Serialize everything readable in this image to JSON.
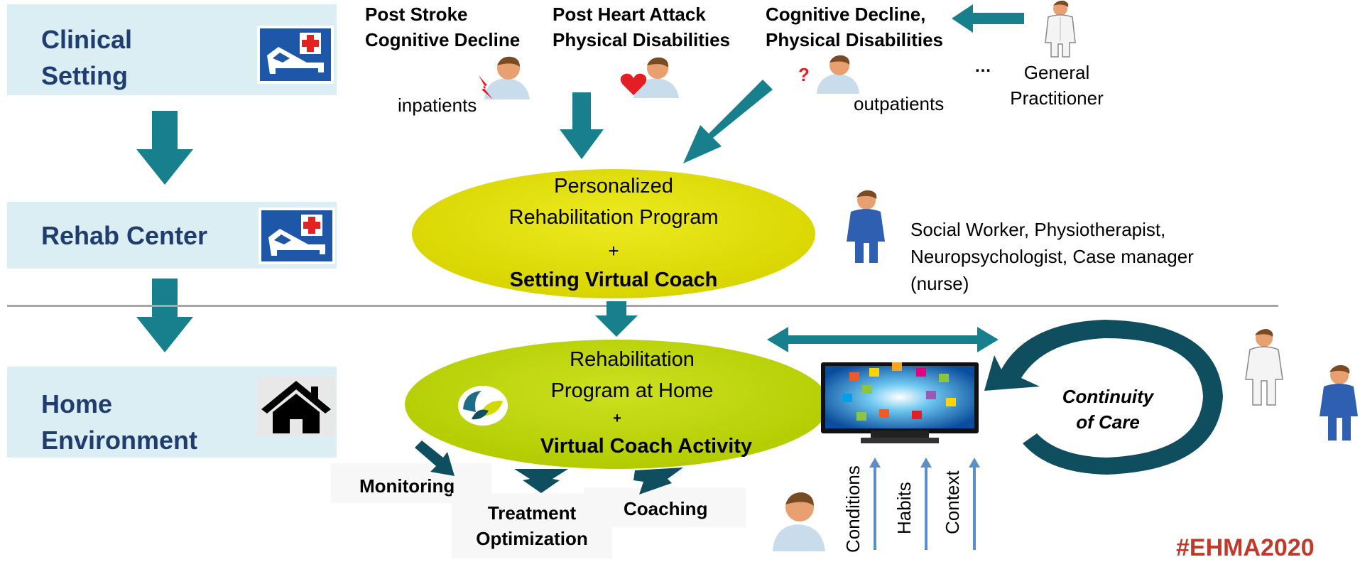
{
  "stages": [
    {
      "label": "Clinical\nSetting"
    },
    {
      "label": "Rehab Center"
    },
    {
      "label": "Home\nEnvironment"
    }
  ],
  "patients": {
    "stroke_title": "Post Stroke\nCognitive Decline",
    "heart_title": "Post Heart Attack\nPhysical Disabilities",
    "cognitive_title": "Cognitive Decline,\nPhysical Disabilities",
    "inpatients": "inpatients",
    "outpatients": "outpatients",
    "question_mark": "?",
    "ellipsis": "…",
    "gp_label": "General\nPractitioner"
  },
  "program": {
    "line1": "Personalized\nRehabilitation Program",
    "plus": "+",
    "line2": "Setting Virtual Coach"
  },
  "team": {
    "label": "Social Worker, Physiotherapist,\nNeuropsychologist, Case manager\n(nurse)"
  },
  "home_program": {
    "line1": "Rehabilitation\nProgram at Home",
    "plus": "+",
    "line2": "Virtual Coach Activity"
  },
  "outputs": {
    "monitoring": "Monitoring",
    "treatment": "Treatment\nOptimization",
    "coaching": "Coaching"
  },
  "inputs": {
    "conditions": "Conditions",
    "habits": "Habits",
    "context": "Context"
  },
  "continuity": {
    "label": "Continuity\nof Care"
  },
  "hashtag": "#EHMA2020",
  "colors": {
    "stage_bg": "#dbeef3",
    "stage_text": "#1f3d6e",
    "teal_arrow": "#17808c",
    "dark_teal": "#0e4e5e",
    "ellipse_top": "#e0dc00",
    "ellipse_bottom": "#b8d400",
    "hashtag": "#c0392b",
    "input_arrow": "#5b8fc7"
  }
}
